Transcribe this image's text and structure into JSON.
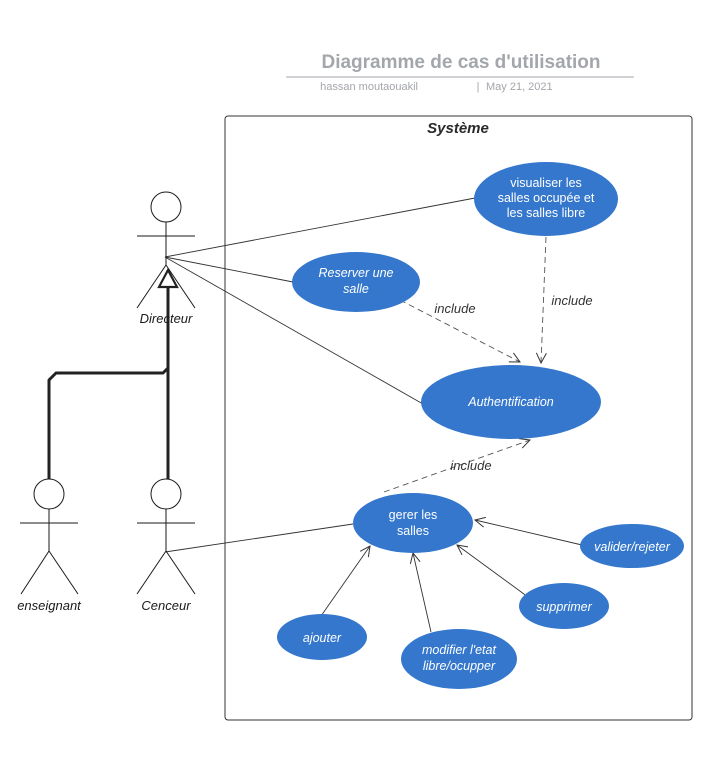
{
  "header": {
    "title": "Diagramme de cas d'utilisation",
    "author": "hassan moutaouakil",
    "separator": "|",
    "date": "May 21, 2021"
  },
  "system": {
    "title": "Système"
  },
  "colors": {
    "usecase_fill": "#3477cc",
    "usecase_text": "#ffffff",
    "title_gray": "#a3a6ab"
  },
  "actors": {
    "directeur": "Directeur",
    "enseignant": "enseignant",
    "cenceur": "Cenceur"
  },
  "usecases": {
    "visualiser": [
      "visualiser les",
      "salles occupée et",
      "les salles libre"
    ],
    "reserver": [
      "Reserver une",
      "salle"
    ],
    "authentification": [
      "Authentification"
    ],
    "gerer": [
      "gerer les",
      "salles"
    ],
    "valider": [
      "valider/rejeter"
    ],
    "supprimer": [
      "supprimer"
    ],
    "ajouter": [
      "ajouter"
    ],
    "modifier": [
      "modifier l'etat",
      "libre/ocupper"
    ]
  },
  "relations": {
    "include_label": "include"
  }
}
